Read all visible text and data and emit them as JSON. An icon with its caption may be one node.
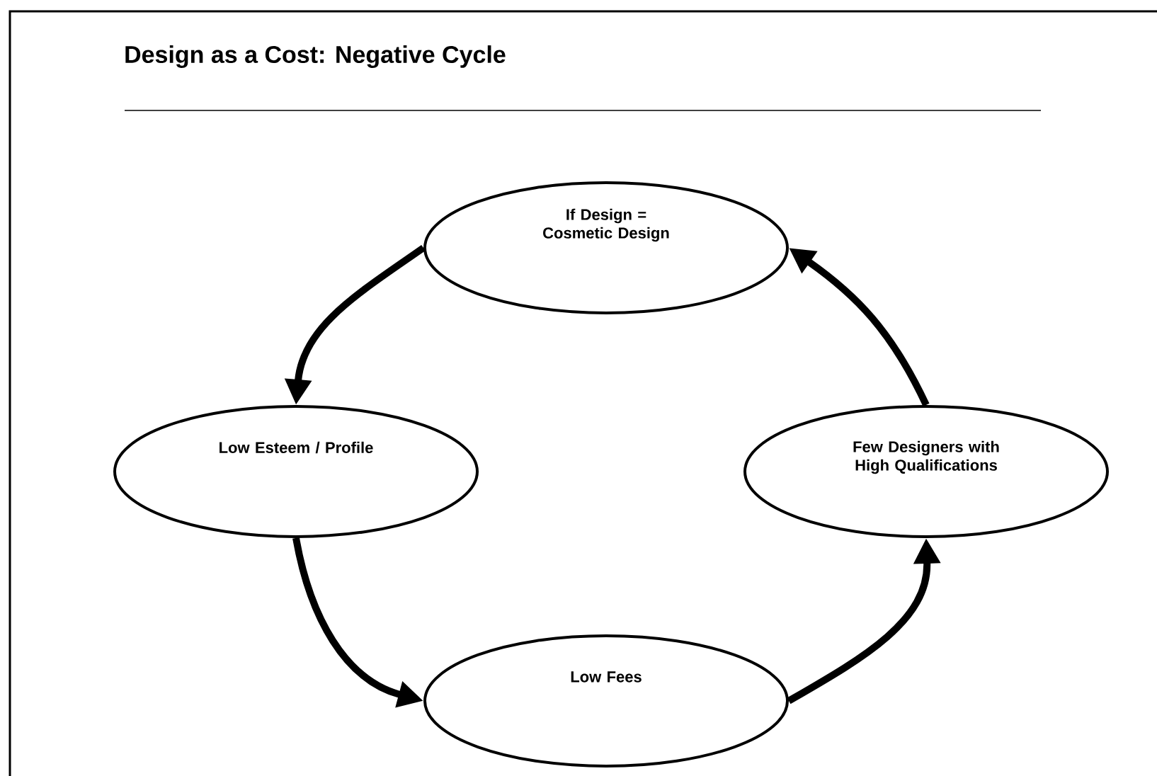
{
  "diagram": {
    "title": "Design as a Cost:  Negative Cycle",
    "nodes": [
      {
        "text": [
          "If Design = Cosmetic Design"
        ]
      },
      {
        "text": [
          "Low Esteem / Profile"
        ]
      },
      {
        "text": [
          "Low Fees"
        ]
      },
      {
        "text": [
          "Few Designers with High Qualifications"
        ]
      }
    ],
    "edges": [
      {
        "from": 0,
        "to": 1,
        "arrow": "to"
      },
      {
        "from": 1,
        "to": 2,
        "arrow": "to"
      },
      {
        "from": 2,
        "to": 3,
        "arrow": "to"
      },
      {
        "from": 3,
        "to": 0,
        "arrow": "to"
      }
    ]
  }
}
